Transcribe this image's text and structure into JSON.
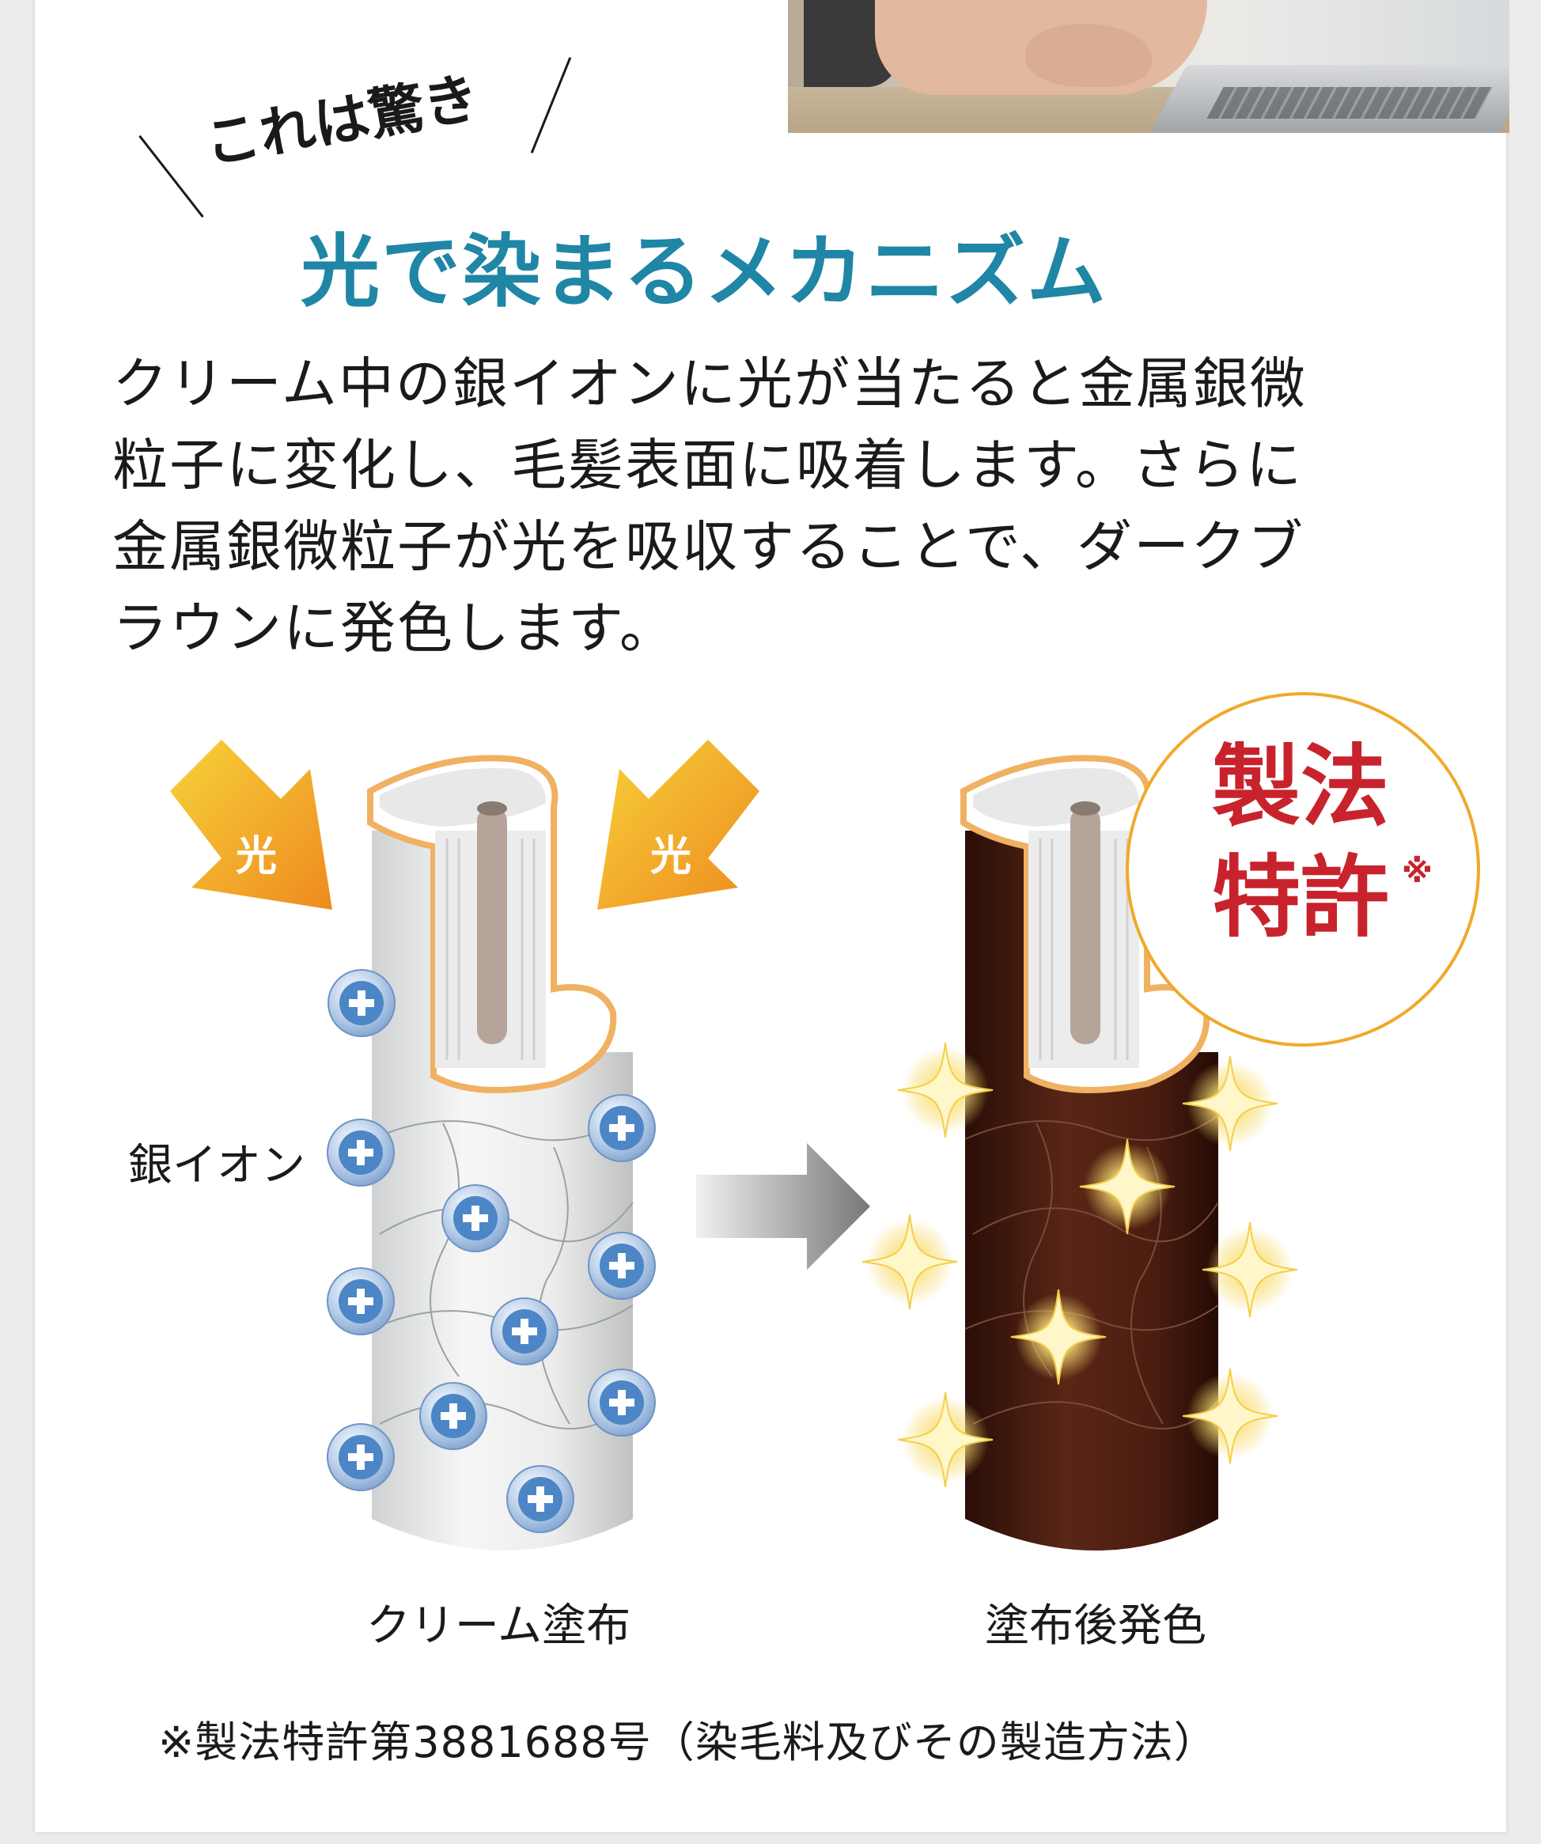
{
  "header": {
    "tagline": "これは驚き",
    "headline": "光で染まるメカニズム"
  },
  "description": {
    "lines": [
      "クリーム中の銀イオンに光が当たると金属銀微",
      "粒子に変化し、毛髪表面に吸着します。さらに",
      "金属銀微粒子が光を吸収することで、ダークブ",
      "ラウンに発色します。"
    ]
  },
  "diagram": {
    "light_label": "光",
    "ion_label": "銀イオン",
    "before_caption": "クリーム塗布",
    "after_caption": "塗布後発色",
    "badge": {
      "line1": "製法",
      "line2": "特許",
      "mark": "※"
    },
    "colors": {
      "light_arrow": "#f2a323",
      "ion": "#4d86c6",
      "dark_hair": "#3b160d",
      "sparkle": "#f6d564",
      "badge_border": "#f0a92a",
      "badge_text": "#c8232c",
      "headline": "#1f86a6"
    }
  },
  "footnote": "※製法特許第3881688号（染毛料及びその製造方法）"
}
